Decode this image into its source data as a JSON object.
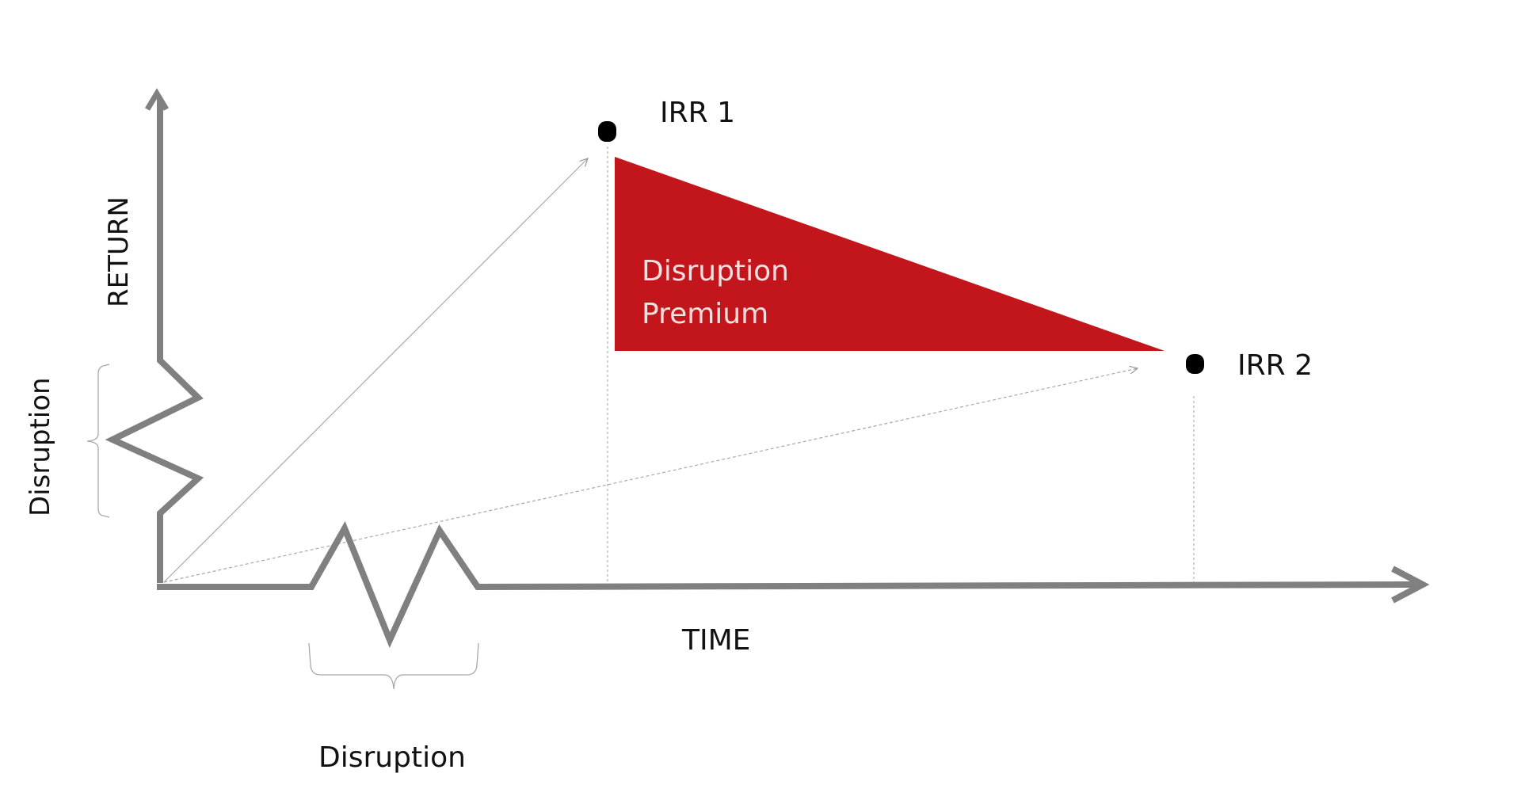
{
  "axes": {
    "y_label": "RETURN",
    "x_label": "TIME"
  },
  "points": {
    "irr1": "IRR 1",
    "irr2": "IRR 2"
  },
  "premium": {
    "line1": "Disruption",
    "line2": "Premium"
  },
  "disruption_labels": {
    "vertical": "Disruption",
    "horizontal": "Disruption"
  },
  "colors": {
    "axis": "#808080",
    "premium_fill": "#c3161c",
    "dots": "#000000"
  }
}
